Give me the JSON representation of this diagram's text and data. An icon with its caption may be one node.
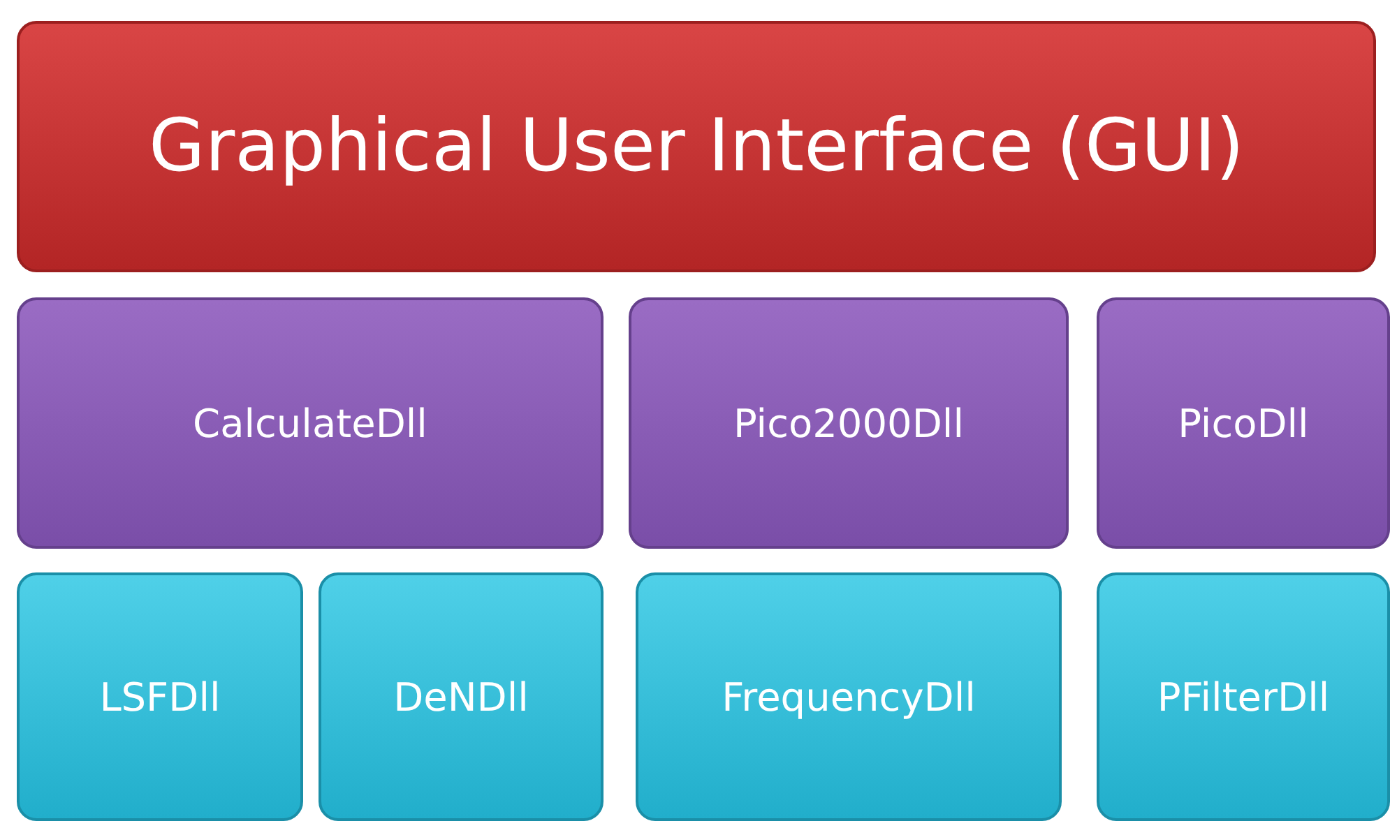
{
  "diagram": {
    "nodes": [
      {
        "text": [
          "Graphical User Interface (GUI)"
        ]
      },
      {
        "text": [
          "CalculateDll"
        ]
      },
      {
        "text": [
          "Pico2000Dll"
        ]
      },
      {
        "text": [
          "PicoDll"
        ]
      },
      {
        "text": [
          "LSFDll"
        ]
      },
      {
        "text": [
          "DeNDll"
        ]
      },
      {
        "text": [
          "FrequencyDll"
        ]
      },
      {
        "text": [
          "PFilterDll"
        ]
      }
    ]
  }
}
